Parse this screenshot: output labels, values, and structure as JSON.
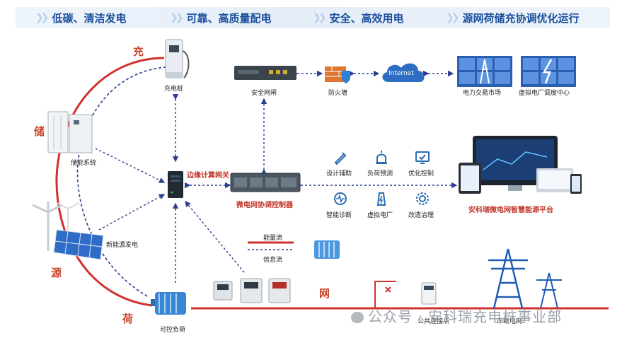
{
  "header": {
    "items": [
      {
        "label": "低碳、清洁发电"
      },
      {
        "label": "可靠、高质量配电"
      },
      {
        "label": "安全、高效用电"
      },
      {
        "label": "源网荷储充协调优化运行"
      }
    ]
  },
  "nodes": {
    "charging_pile": "充电桩",
    "storage_system": "储能系统",
    "new_energy": "新能源发电",
    "controllable_load": "可控负荷",
    "security_gateway": "安全网闸",
    "firewall": "防火墙",
    "internet": "Internet",
    "power_market": "电力交易市场",
    "vpp_center": "虚拟电厂调度中心",
    "edge_gateway": "边缘计算网关",
    "microgrid_controller": "微电网协调控制器",
    "pcc": "公共连接点",
    "municipal_grid": "市政电网"
  },
  "arc_labels": {
    "charge": "充",
    "storage": "储",
    "source": "源",
    "load": "荷",
    "grid": "网"
  },
  "legend": {
    "energy_flow": "能量流",
    "info_flow": "信息流"
  },
  "services": [
    {
      "label": "设计辅助",
      "icon": "design-icon"
    },
    {
      "label": "负荷预测",
      "icon": "alarm-icon"
    },
    {
      "label": "优化控制",
      "icon": "monitor-check-icon"
    },
    {
      "label": "智能诊断",
      "icon": "diagnosis-icon"
    },
    {
      "label": "虚拟电厂",
      "icon": "power-plant-icon"
    },
    {
      "label": "改造治理",
      "icon": "gear-icon"
    }
  ],
  "platform": {
    "label": "安科瑞微电网智慧能源平台"
  },
  "watermark": {
    "text": "公众号 · 安科瑞充电桩事业部"
  },
  "colors": {
    "energy": "#d0312d",
    "info": "#2a3f8f",
    "accent": "#1c4f9c",
    "title_red": "#c8442a"
  }
}
